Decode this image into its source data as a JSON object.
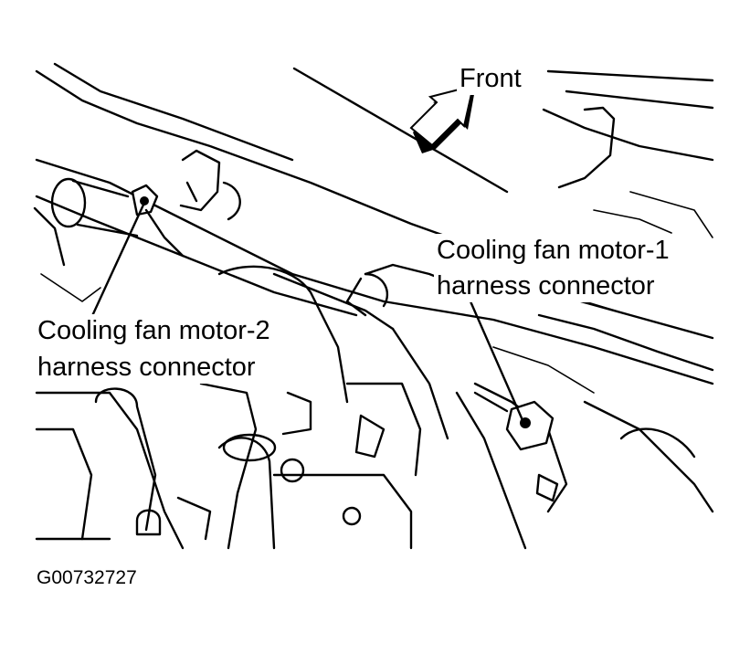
{
  "labels": {
    "front": "Front",
    "motor1_line1": "Cooling fan motor-1",
    "motor1_line2": "harness connector",
    "motor2_line1": "Cooling fan motor-2",
    "motor2_line2": "harness connector"
  },
  "figure_id": "G00732727",
  "colors": {
    "ink": "#000000",
    "paper": "#ffffff"
  }
}
